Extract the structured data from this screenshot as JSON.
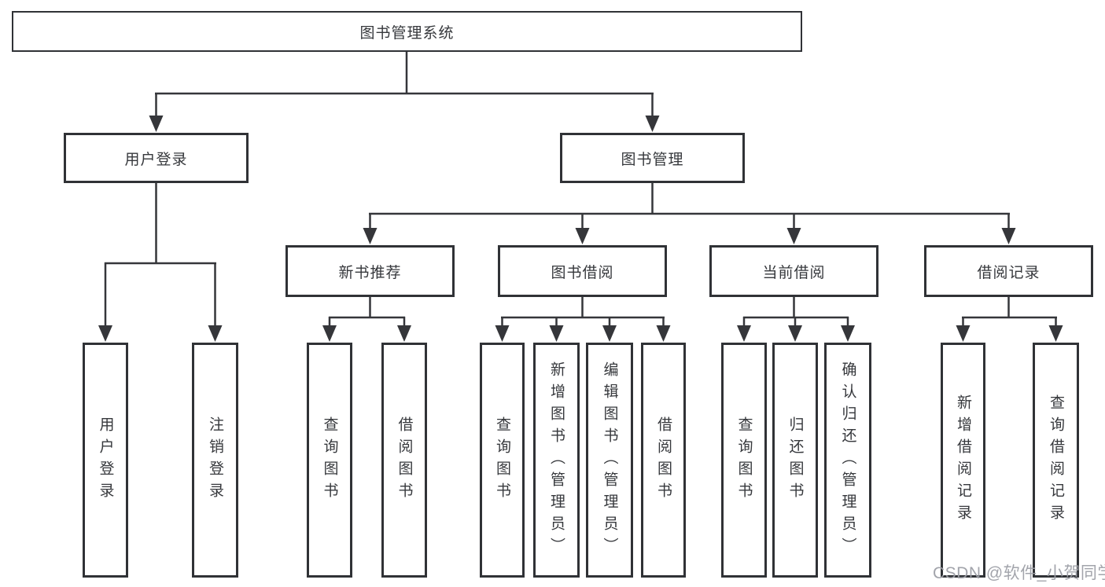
{
  "diagram_title": "图书管理系统",
  "nodes": {
    "root": "图书管理系统",
    "user_login_group": "用户登录",
    "book_mgmt_group": "图书管理",
    "new_book_rec": "新书推荐",
    "book_borrow": "图书借阅",
    "current_borrow": "当前借阅",
    "borrow_records": "借阅记录",
    "user_login": "用户登录",
    "logout": "注销登录",
    "nbr_query_book": "查询图书",
    "nbr_borrow_book": "借阅图书",
    "bb_query_book": "查询图书",
    "bb_add_book": "新增图书（管理员）",
    "bb_edit_book": "编辑图书（管理员）",
    "bb_borrow_book": "借阅图书",
    "cb_query_book": "查询图书",
    "cb_return_book": "归还图书",
    "cb_confirm_return": "确认归还（管理员）",
    "br_add_record": "新增借阅记录",
    "br_query_record": "查询借阅记录"
  },
  "watermark": {
    "text": "CSDN @软件_小贺同学"
  },
  "colors": {
    "line": "#35363a",
    "box_border": "#303236",
    "text": "#36383c",
    "watermark_text": "#9d9fa7",
    "background": "#ffffff"
  }
}
